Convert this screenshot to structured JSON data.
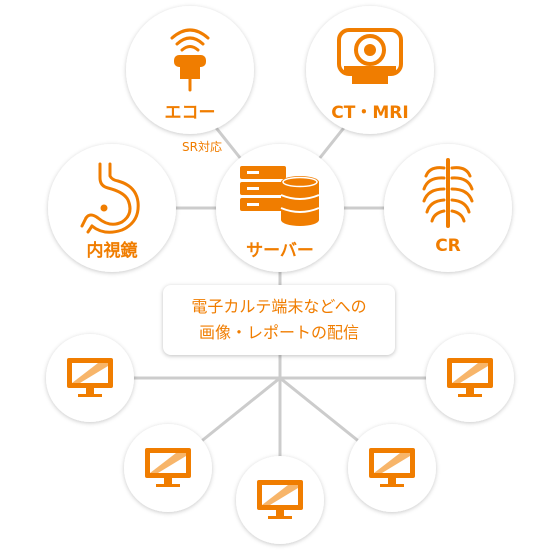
{
  "colors": {
    "accent": "#f07d00",
    "line": "#cccccc",
    "circle": "#ffffff"
  },
  "nodes": {
    "echo": {
      "label": "エコー",
      "icon": "ultrasound-probe-icon"
    },
    "ct_mri": {
      "label": "CT・MRI",
      "icon": "ct-scanner-icon"
    },
    "endoscope": {
      "label": "内視鏡",
      "icon": "stomach-icon"
    },
    "server": {
      "label": "サーバー",
      "icon": "server-database-icon"
    },
    "cr": {
      "label": "CR",
      "icon": "ribcage-icon"
    }
  },
  "sr_note": "SR対応",
  "distribution": {
    "line1": "電子カルテ端末などへの",
    "line2": "画像・レポートの配信"
  },
  "terminals": {
    "count_icon": "monitor-icon"
  }
}
